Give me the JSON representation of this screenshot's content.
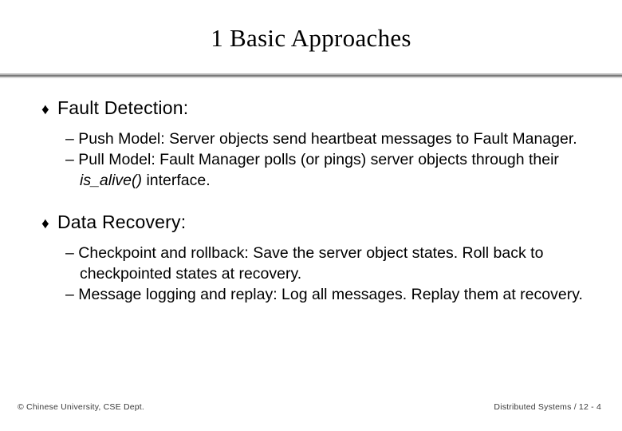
{
  "slide": {
    "title": "1  Basic Approaches",
    "sections": [
      {
        "bullet_glyph": "♦",
        "heading": "Fault Detection:",
        "items": [
          {
            "dash": "–",
            "parts": [
              {
                "text": "Push Model: Server objects send heartbeat messages to Fault Manager.",
                "style": "normal"
              }
            ]
          },
          {
            "dash": "–",
            "parts": [
              {
                "text": "Pull Model: Fault Manager polls (or pings) server objects through their ",
                "style": "normal"
              },
              {
                "text": "is_alive()",
                "style": "italic"
              },
              {
                "text": " interface.",
                "style": "normal"
              }
            ]
          }
        ]
      },
      {
        "bullet_glyph": "♦",
        "heading": "Data Recovery:",
        "items": [
          {
            "dash": "–",
            "parts": [
              {
                "text": "Checkpoint and rollback: Save the server object states.  Roll back to checkpointed states at recovery.",
                "style": "normal"
              }
            ]
          },
          {
            "dash": "–",
            "parts": [
              {
                "text": "Message logging and replay: Log all messages. Replay them at recovery.",
                "style": "normal"
              }
            ]
          }
        ]
      }
    ],
    "footer_left": "© Chinese University, CSE Dept.",
    "footer_right": "Distributed Systems / 12 - 4"
  }
}
